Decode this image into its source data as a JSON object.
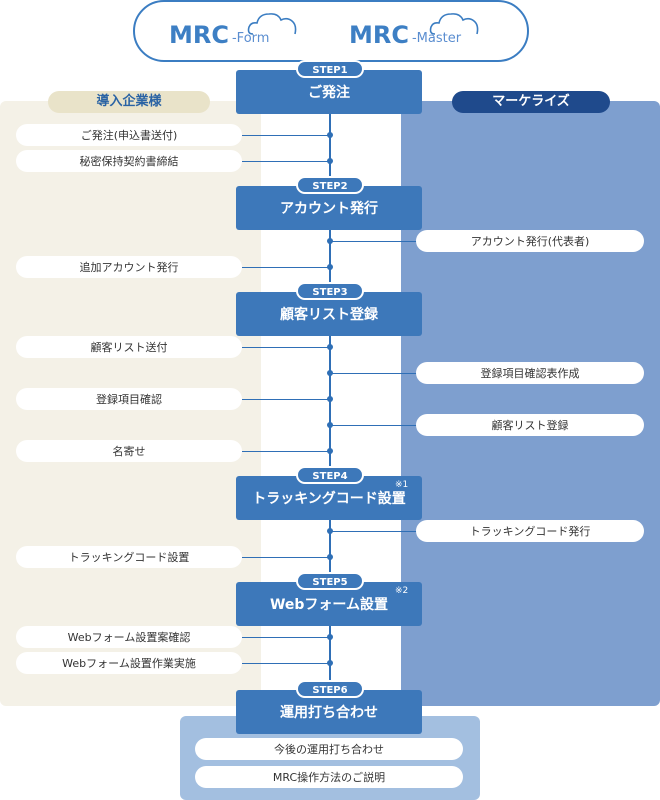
{
  "header": {
    "brand1": {
      "main": "MRC",
      "sub": "-Form"
    },
    "brand2": {
      "main": "MRC",
      "sub": "-Master"
    }
  },
  "columns": {
    "left_title": "導入企業様",
    "right_title": "マーケライズ"
  },
  "steps": [
    {
      "badge": "STEP1",
      "label": "ご発注",
      "note": ""
    },
    {
      "badge": "STEP2",
      "label": "アカウント発行",
      "note": ""
    },
    {
      "badge": "STEP3",
      "label": "顧客リスト登録",
      "note": ""
    },
    {
      "badge": "STEP4",
      "label": "トラッキングコード設置",
      "note": "※1"
    },
    {
      "badge": "STEP5",
      "label": "Webフォーム設置",
      "note": "※2"
    },
    {
      "badge": "STEP6",
      "label": "運用打ち合わせ",
      "note": ""
    }
  ],
  "left_items": [
    "ご発注(申込書送付)",
    "秘密保持契約書締結",
    "追加アカウント発行",
    "顧客リスト送付",
    "登録項目確認",
    "名寄せ",
    "トラッキングコード設置",
    "Webフォーム設置案確認",
    "Webフォーム設置作業実施"
  ],
  "right_items": [
    "アカウント発行(代表者)",
    "登録項目確認表作成",
    "顧客リスト登録",
    "トラッキングコード発行"
  ],
  "bottom_items": [
    "今後の運用打ち合わせ",
    "MRC操作方法のご説明"
  ],
  "colors": {
    "step": "#3d78ba",
    "left_bg": "#f4f1e7",
    "right_bg": "#7e9fcf",
    "bottom_bg": "#a3bfe0",
    "right_title_bg": "#1f4a8c"
  }
}
